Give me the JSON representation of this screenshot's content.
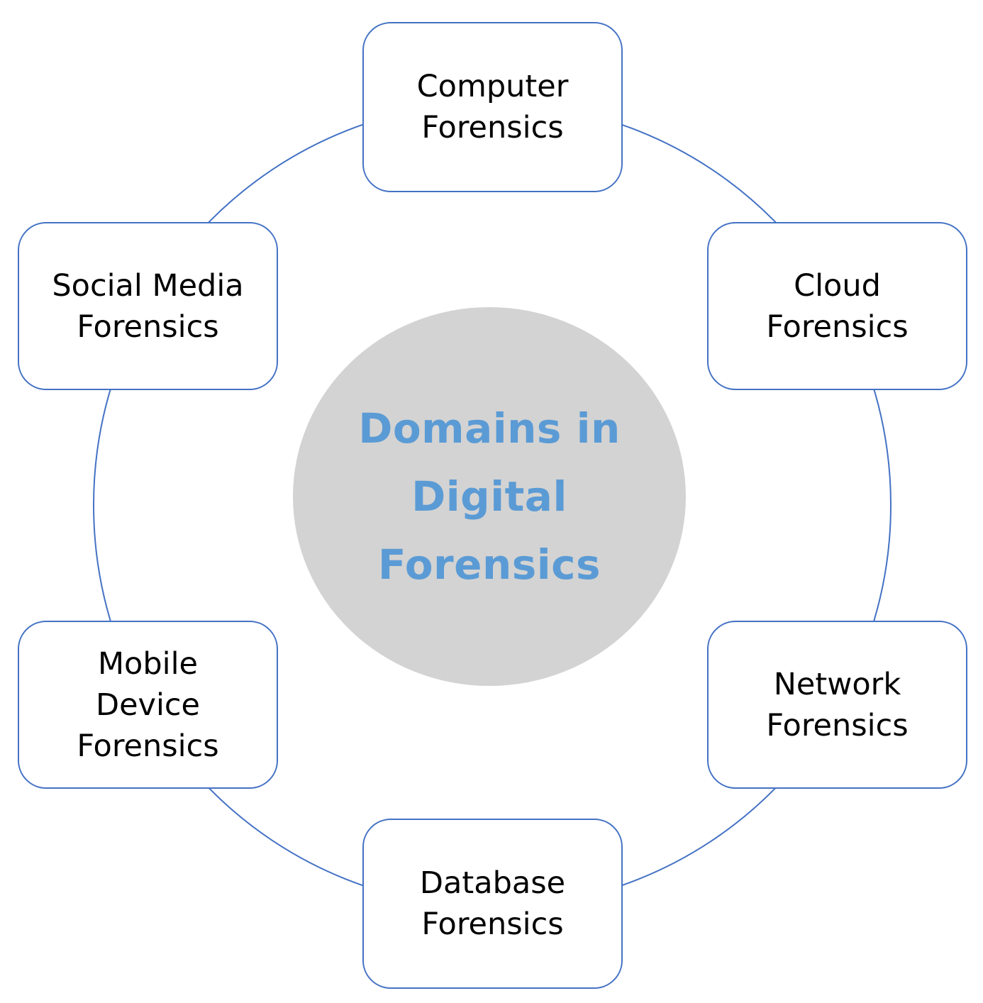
{
  "diagram": {
    "center": {
      "lines": [
        "Domains in",
        "Digital",
        "Forensics"
      ]
    },
    "nodes": [
      {
        "id": "computer",
        "lines": [
          "Computer",
          "Forensics"
        ]
      },
      {
        "id": "cloud",
        "lines": [
          "Cloud",
          "Forensics"
        ]
      },
      {
        "id": "network",
        "lines": [
          "Network",
          "Forensics"
        ]
      },
      {
        "id": "database",
        "lines": [
          "Database",
          "Forensics"
        ]
      },
      {
        "id": "mobile",
        "lines": [
          "Mobile",
          "Device",
          "Forensics"
        ]
      },
      {
        "id": "social",
        "lines": [
          "Social Media",
          "Forensics"
        ]
      }
    ]
  },
  "colors": {
    "connector": "#4472c4",
    "center_fill": "#d3d3d3",
    "center_text": "#5b9bd5",
    "node_border": "#4472c4",
    "node_text": "#000000"
  }
}
